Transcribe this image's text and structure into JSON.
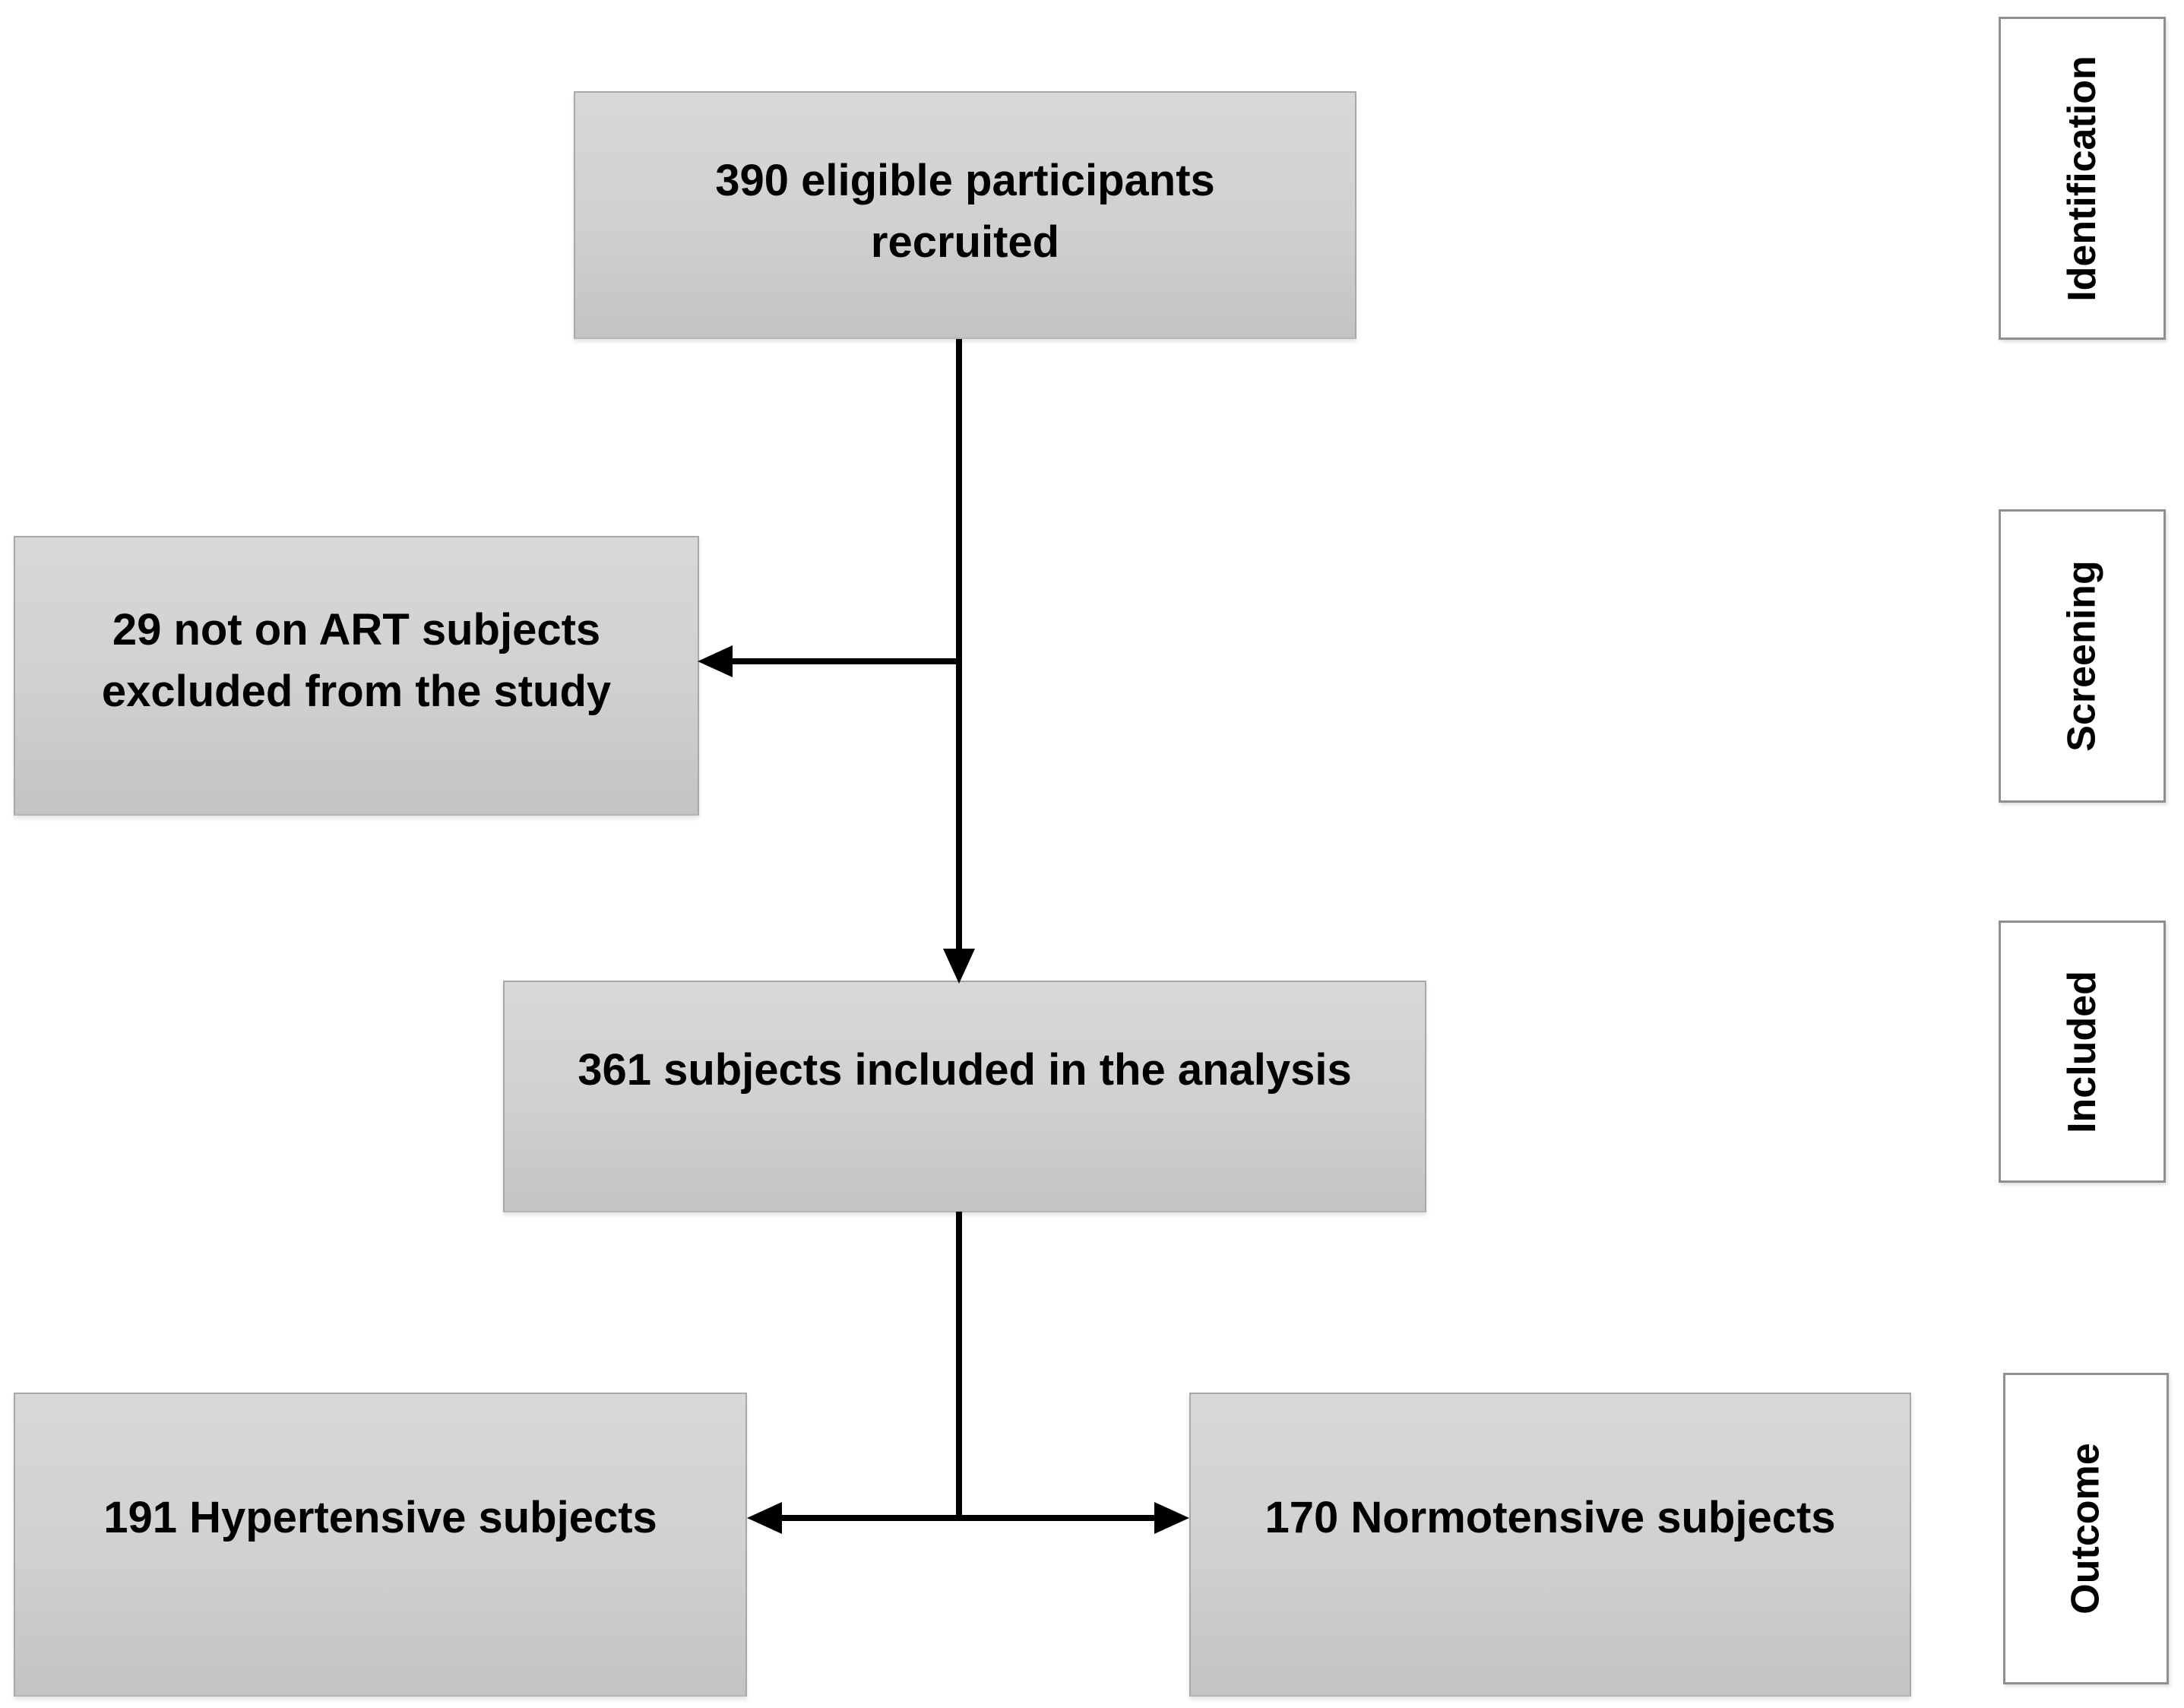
{
  "flowchart": {
    "nodes": [
      {
        "id": "recruited",
        "text": "390 eligible participants\nrecruited"
      },
      {
        "id": "excluded",
        "text": "29 not on ART subjects\nexcluded from the study"
      },
      {
        "id": "analysis",
        "text": "361 subjects included in the analysis"
      },
      {
        "id": "hypertensive",
        "text": "191 Hypertensive subjects"
      },
      {
        "id": "normotensive",
        "text": "170 Normotensive subjects"
      }
    ],
    "stages": [
      {
        "label": "Identification"
      },
      {
        "label": "Screening"
      },
      {
        "label": "Included"
      },
      {
        "label": "Outcome"
      }
    ],
    "edges": [
      {
        "from": "recruited",
        "to": "analysis",
        "style": "arrow-down"
      },
      {
        "from": "recruited",
        "to": "excluded",
        "style": "arrow-branch-left"
      },
      {
        "from": "analysis",
        "to": "hypertensive",
        "style": "arrow-branch-left"
      },
      {
        "from": "analysis",
        "to": "normotensive",
        "style": "arrow-branch-right"
      }
    ]
  },
  "colors": {
    "background": "#ffffff",
    "node_fill_top": "#d8d8d8",
    "node_fill_bottom": "#c3c3c3",
    "node_border": "#a8a8a8",
    "stage_fill": "#ffffff",
    "stage_border": "#8f8f8f",
    "arrow": "#000000",
    "text": "#000000"
  }
}
